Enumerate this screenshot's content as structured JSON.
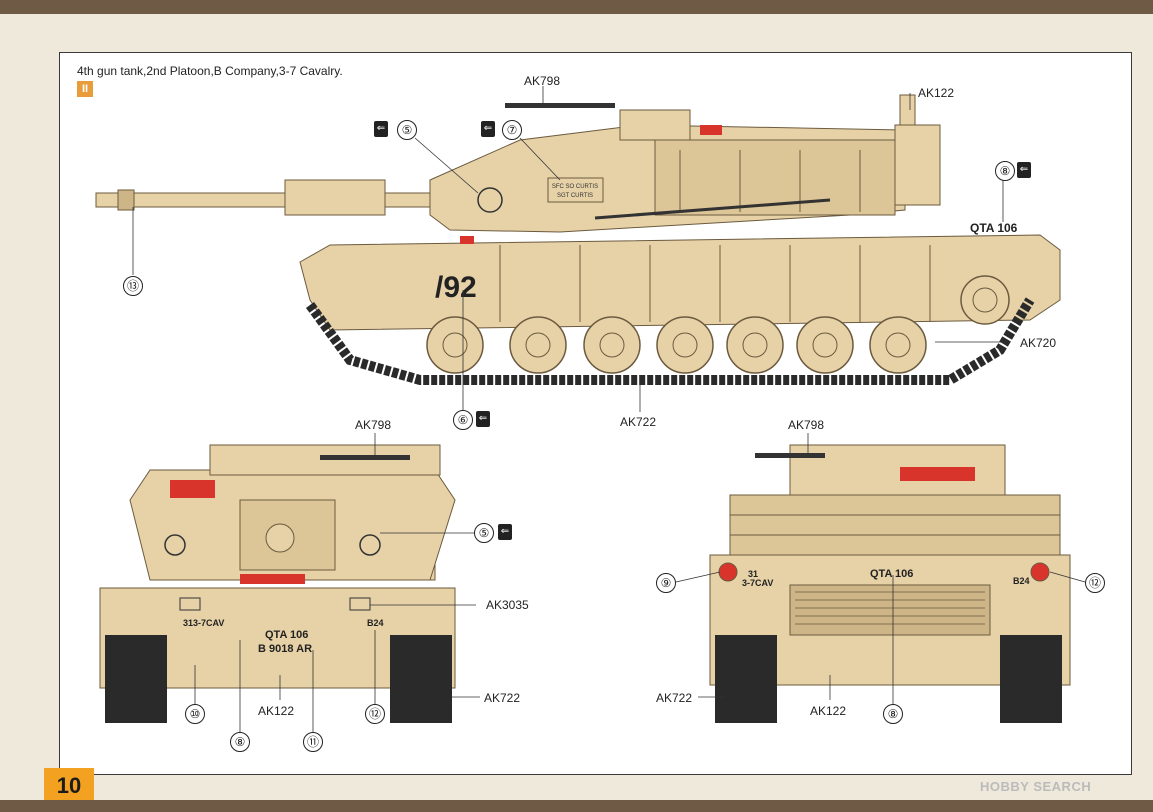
{
  "page_number": "10",
  "caption": "4th gun tank,2nd Platoon,B Company,3-7 Cavalry.",
  "badge": "II",
  "watermark": "HOBBY SEARCH",
  "side_view": {
    "labels": {
      "ak798": "AK798",
      "ak122": "AK122",
      "ak720": "AK720",
      "ak722": "AK722"
    },
    "callouts": {
      "c5": "⑤",
      "c7": "⑦",
      "c8": "⑧",
      "c13": "⑬",
      "c6": "⑥"
    },
    "hull_number": "/92",
    "bumper_code": "QTA 106",
    "name_plate_1": "SFC SO CURTIS",
    "name_plate_2": "SGT CURTIS"
  },
  "rear_view": {
    "labels": {
      "ak798": "AK798",
      "ak3035": "AK3035",
      "ak722": "AK722",
      "ak122": "AK122"
    },
    "callouts": {
      "c5": "⑤",
      "c10": "⑩",
      "c8": "⑧",
      "c11": "⑪",
      "c12": "⑫"
    },
    "unit_mark": "313-7CAV",
    "bumper_code": "QTA 106",
    "bumper_code_2": "B 9018 AR",
    "vehicle_code": "B24"
  },
  "front_view": {
    "labels": {
      "ak798": "AK798",
      "ak722": "AK722",
      "ak122": "AK122"
    },
    "callouts": {
      "c9": "⑨",
      "c12": "⑫",
      "c8": "⑧"
    },
    "unit_mark_1": "31",
    "unit_mark_2": "3-7CAV",
    "bumper_code": "QTA 106",
    "vehicle_code": "B24"
  },
  "icons": {
    "decal": "decal-icon"
  },
  "colors": {
    "tan": "#e7d2a8",
    "tan_dark": "#cdb588",
    "track": "#2a2a2a",
    "red": "#d9342b",
    "accent": "#f2a120"
  }
}
